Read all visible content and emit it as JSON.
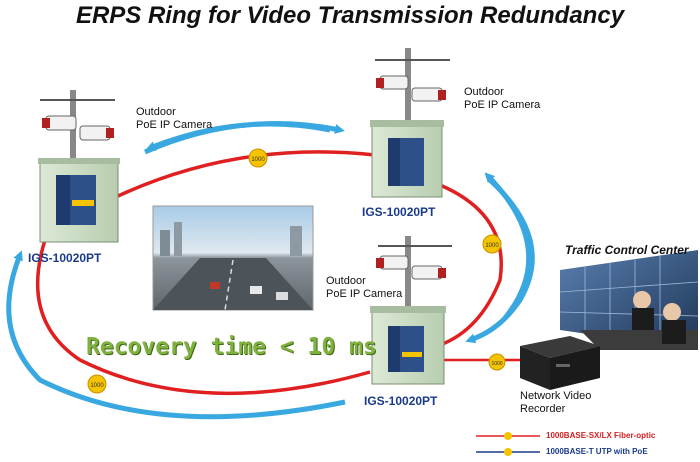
{
  "title": "ERPS Ring for Video Transmission Redundancy",
  "cameras": {
    "left_label": [
      "Outdoor",
      "PoE IP Camera"
    ],
    "top_label": [
      "Outdoor",
      "PoE IP Camera"
    ],
    "bottom_label": [
      "Outdoor",
      "PoE IP Camera"
    ]
  },
  "switches": {
    "left_model": "IGS-10020PT",
    "top_model": "IGS-10020PT",
    "bottom_model": "IGS-10020PT"
  },
  "link_badges": [
    "1000",
    "1000",
    "1000",
    "1000"
  ],
  "recovery_text": "Recovery time < 10 ms",
  "traffic_center": "Traffic Control Center",
  "nvr_label": [
    "Network Video",
    "Recorder"
  ],
  "legend": {
    "fiber": "1000BASE-SX/LX Fiber-optic",
    "utp": "1000BASE-T UTP with PoE"
  },
  "colors": {
    "fiber": "#e02020",
    "utp": "#1a3a8a",
    "failover_arrow": "#3aa8e0",
    "badge": "#f5c400",
    "cabinet": "#cfe0c8"
  }
}
